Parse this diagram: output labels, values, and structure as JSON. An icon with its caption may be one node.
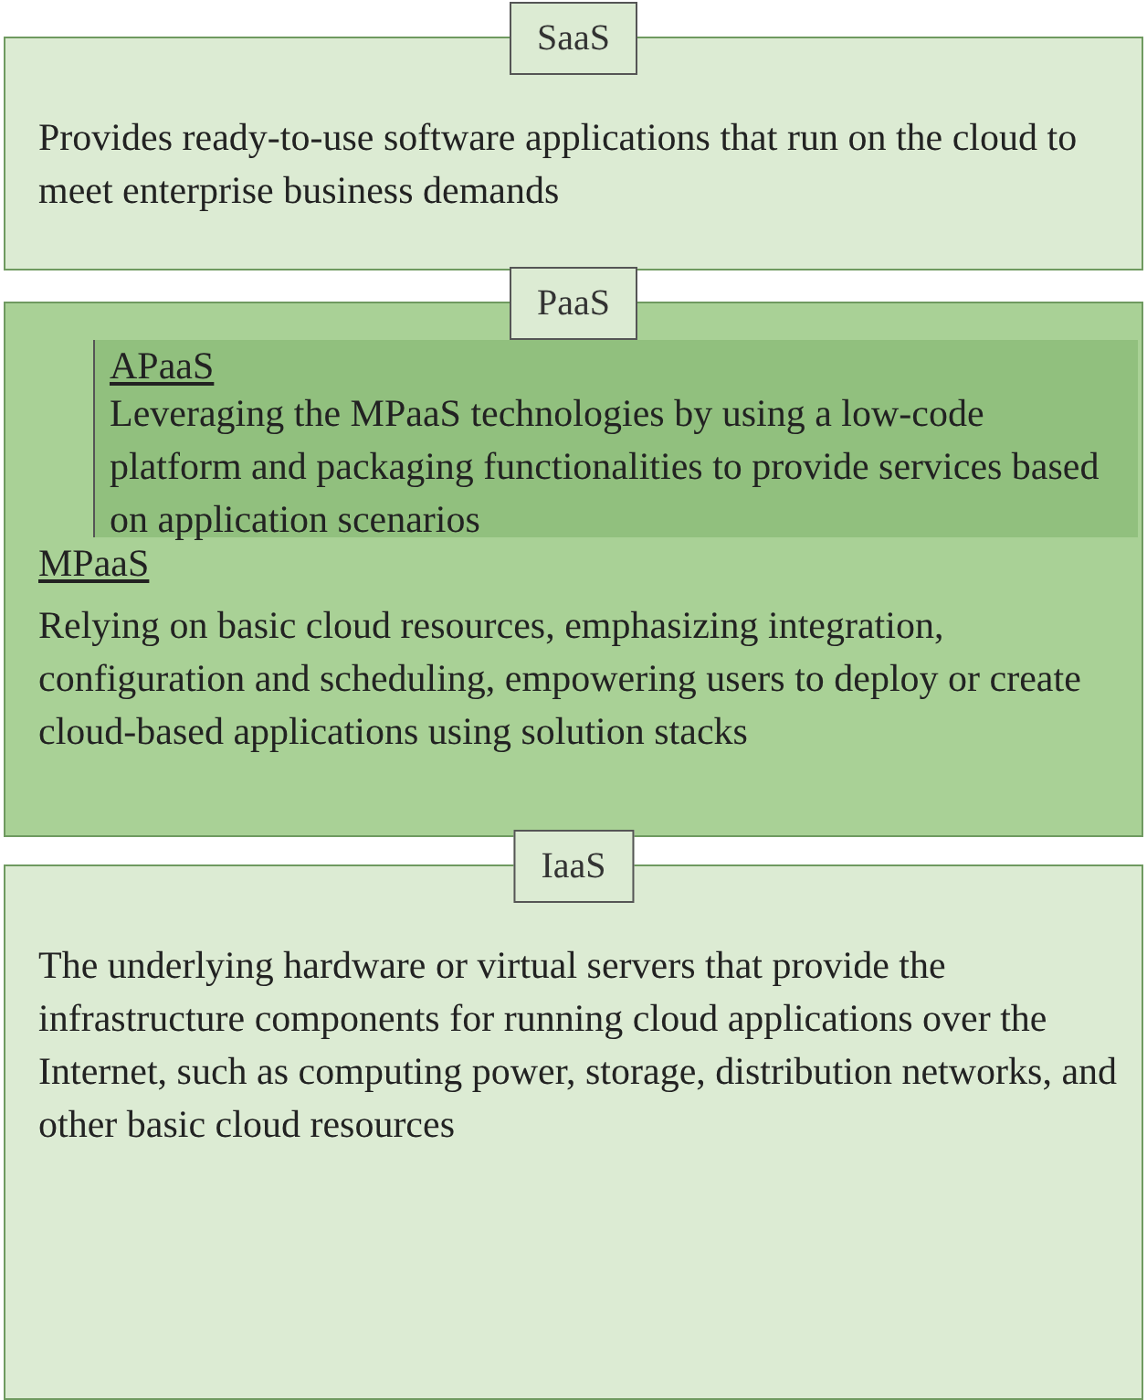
{
  "diagram": {
    "nodes": [
      {
        "text": [
          "SaaS",
          "Provides ready-to-use software applications that run on the cloud to meet enterprise business demands"
        ]
      },
      {
        "text": [
          "PaaS",
          "MPaaS",
          "Relying on basic cloud resources, emphasizing integration, configuration and scheduling, empowering users to deploy or create cloud-based applications using solution stacks"
        ]
      },
      {
        "text": [
          "APaaS",
          "Leveraging the MPaaS technologies by using a low-code platform and packaging functionalities to provide services based on application scenarios"
        ],
        "in": 1
      },
      {
        "text": [
          "IaaS",
          "The underlying hardware or virtual servers that provide the infrastructure components for running cloud applications over the Internet, such as computing power, storage, distribution networks, and other basic cloud resources"
        ]
      }
    ]
  }
}
